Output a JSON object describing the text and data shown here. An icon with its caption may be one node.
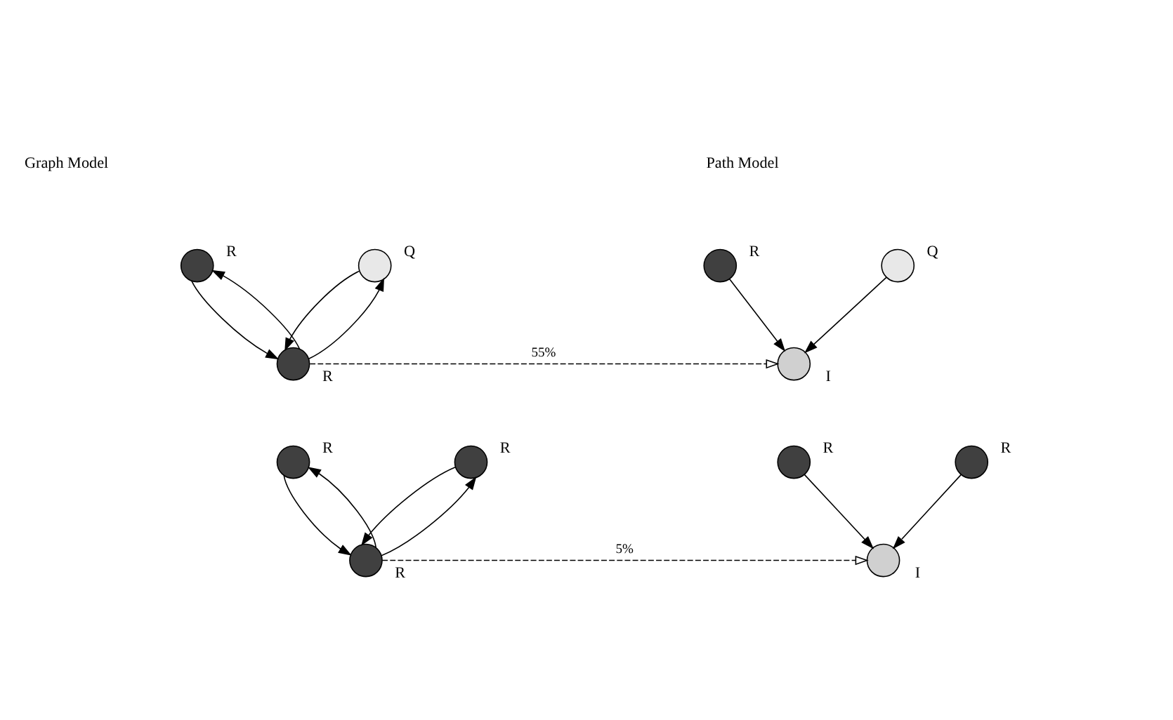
{
  "diagram": {
    "nodes": [
      {
        "text": [],
        "shape": "circle",
        "beside": [
          "R"
        ]
      },
      {
        "text": [],
        "shape": "circle",
        "beside": [
          "Q"
        ]
      },
      {
        "text": [],
        "shape": "circle",
        "beside": [
          "R"
        ]
      },
      {
        "text": [],
        "shape": "circle",
        "beside": [
          "R"
        ]
      },
      {
        "text": [],
        "shape": "circle",
        "beside": [
          "Q"
        ]
      },
      {
        "text": [],
        "shape": "circle",
        "beside": [
          "I"
        ]
      },
      {
        "text": [],
        "shape": "circle",
        "beside": [
          "R"
        ]
      },
      {
        "text": [],
        "shape": "circle",
        "beside": [
          "R"
        ]
      },
      {
        "text": [],
        "shape": "circle",
        "beside": [
          "R"
        ]
      },
      {
        "text": [],
        "shape": "circle",
        "beside": [
          "R"
        ]
      },
      {
        "text": [],
        "shape": "circle",
        "beside": [
          "R"
        ]
      },
      {
        "text": [],
        "shape": "circle",
        "beside": [
          "I"
        ]
      }
    ],
    "edges": [
      {
        "from": 2,
        "to": 0,
        "arrow": "to"
      },
      {
        "from": 0,
        "to": 2,
        "arrow": "to"
      },
      {
        "from": 2,
        "to": 1,
        "arrow": "to"
      },
      {
        "from": 1,
        "to": 2,
        "arrow": "to"
      },
      {
        "from": 3,
        "to": 5,
        "arrow": "to"
      },
      {
        "from": 4,
        "to": 5,
        "arrow": "to"
      },
      {
        "from": 2,
        "to": 5,
        "arrow": "to",
        "label": "55%",
        "style": "dashed"
      },
      {
        "from": 8,
        "to": 6,
        "arrow": "to"
      },
      {
        "from": 6,
        "to": 8,
        "arrow": "to"
      },
      {
        "from": 8,
        "to": 7,
        "arrow": "to"
      },
      {
        "from": 7,
        "to": 8,
        "arrow": "to"
      },
      {
        "from": 9,
        "to": 11,
        "arrow": "to"
      },
      {
        "from": 10,
        "to": 11,
        "arrow": "to"
      },
      {
        "from": 8,
        "to": 11,
        "arrow": "to",
        "label": "5%",
        "style": "dashed"
      }
    ],
    "labels": [
      "Graph Model",
      "Path Model"
    ]
  }
}
